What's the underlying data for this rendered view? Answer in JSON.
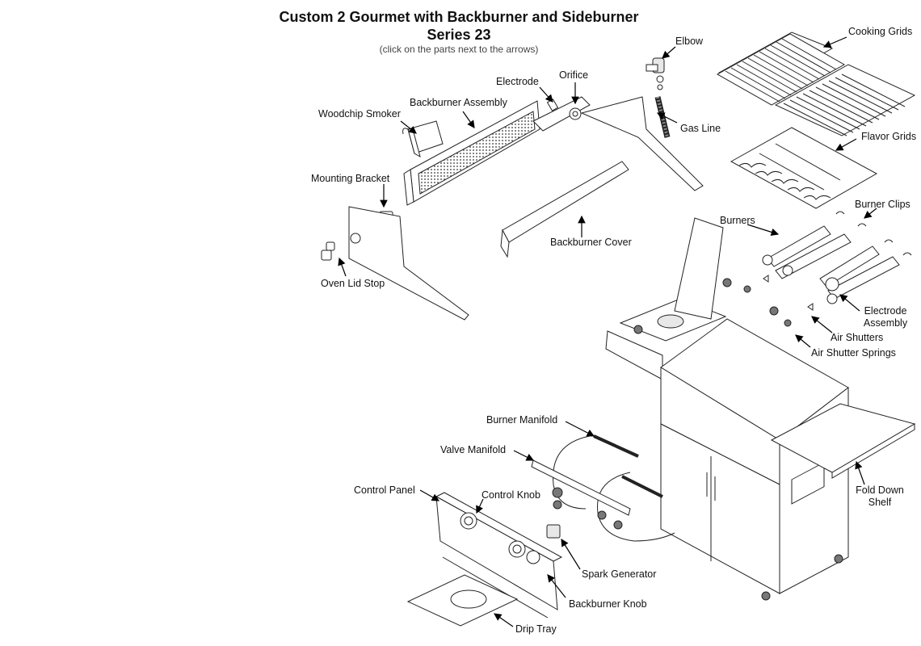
{
  "header": {
    "title": "Custom 2 Gourmet with Backburner and Sideburner",
    "series": "Series 23",
    "hint": "(click on the parts next to the arrows)"
  },
  "parts": {
    "cooking_grids": "Cooking Grids",
    "elbow": "Elbow",
    "orifice": "Orifice",
    "electrode": "Electrode",
    "backburner_assembly": "Backburner Assembly",
    "woodchip_smoker": "Woodchip Smoker",
    "gas_line": "Gas Line",
    "flavor_grids": "Flavor Grids",
    "mounting_bracket": "Mounting Bracket",
    "burner_clips": "Burner Clips",
    "burners": "Burners",
    "backburner_cover": "Backburner Cover",
    "oven_lid_stop": "Oven Lid Stop",
    "electrode_assembly_1": "Electrode",
    "electrode_assembly_2": "Assembly",
    "air_shutters": "Air Shutters",
    "air_shutter_springs": "Air Shutter Springs",
    "burner_manifold": "Burner Manifold",
    "valve_manifold": "Valve Manifold",
    "control_panel": "Control Panel",
    "control_knob": "Control Knob",
    "fold_down_shelf_1": "Fold Down",
    "fold_down_shelf_2": "Shelf",
    "spark_generator": "Spark Generator",
    "backburner_knob": "Backburner Knob",
    "drip_tray": "Drip Tray"
  }
}
